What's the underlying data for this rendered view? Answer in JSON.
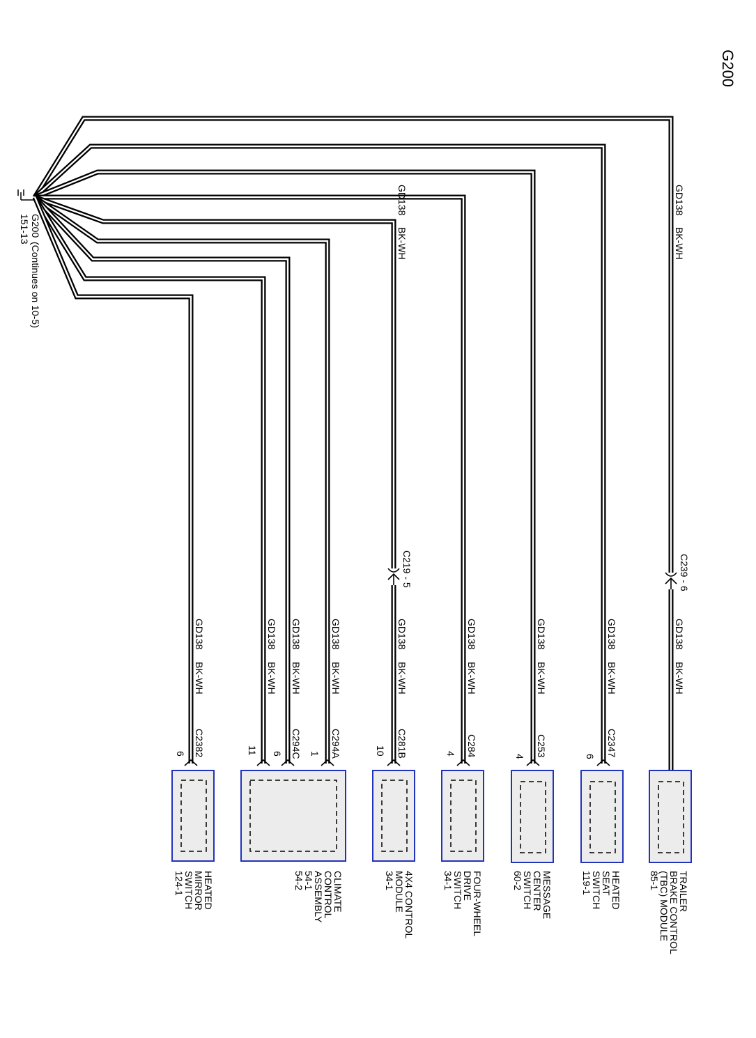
{
  "ground": {
    "name": "G200",
    "ref": "151-13",
    "continues": "(Continues on 10-5)"
  },
  "page_title": "G200",
  "wires": [
    {
      "id": "trailer",
      "upper_circuit": "GD138",
      "upper_color": "BK-WH",
      "inline_connector": "C239 - 6",
      "circuit": "GD138",
      "color": "BK-WH",
      "connector": "",
      "pin": "",
      "component": [
        "TRAILER",
        "BRAKE CONTROL",
        "(TBC) MODULE",
        "85-1"
      ]
    },
    {
      "id": "heated-seat",
      "circuit": "GD138",
      "color": "BK-WH",
      "connector": "C2347",
      "pin": "6",
      "component": [
        "HEATED",
        "SEAT",
        "SWITCH",
        "119-1"
      ]
    },
    {
      "id": "message-center",
      "circuit": "GD138",
      "color": "BK-WH",
      "connector": "C253",
      "pin": "4",
      "component": [
        "MESSAGE",
        "CENTER",
        "SWITCH",
        "60-2"
      ]
    },
    {
      "id": "four-wheel-drive",
      "circuit": "GD138",
      "color": "BK-WH",
      "connector": "C284",
      "pin": "4",
      "component": [
        "FOUR-WHEEL",
        "DRIVE",
        "SWITCH",
        "34-1"
      ]
    },
    {
      "id": "4x4-control",
      "upper_circuit": "GD138",
      "upper_color": "BK-WH",
      "inline_connector": "C219 - 5",
      "circuit": "GD138",
      "color": "BK-WH",
      "connector": "C281B",
      "pin": "10",
      "component": [
        "4X4 CONTROL",
        "MODULE",
        "34-1"
      ]
    },
    {
      "id": "climate-a",
      "circuit": "GD138",
      "color": "BK-WH",
      "connector": "C294A",
      "pin": "1",
      "component": [
        "CLIMATE",
        "CONTROL",
        "ASSEMBLY",
        "54-1",
        "54-2"
      ]
    },
    {
      "id": "climate-c",
      "circuit": "GD138",
      "color": "BK-WH",
      "connector": "C294C",
      "pin": "6",
      "component": []
    },
    {
      "id": "climate-b",
      "circuit": "GD138",
      "color": "BK-WH",
      "connector": "",
      "pin": "11",
      "component": []
    },
    {
      "id": "heated-mirror",
      "circuit": "GD138",
      "color": "BK-WH",
      "connector": "C2382",
      "pin": "6",
      "component": [
        "HEATED",
        "MIRROR",
        "SWITCH",
        "124-1"
      ]
    }
  ],
  "colors": {
    "box_border": "#2233bb",
    "box_fill": "#ececec",
    "wire": "#000000"
  }
}
